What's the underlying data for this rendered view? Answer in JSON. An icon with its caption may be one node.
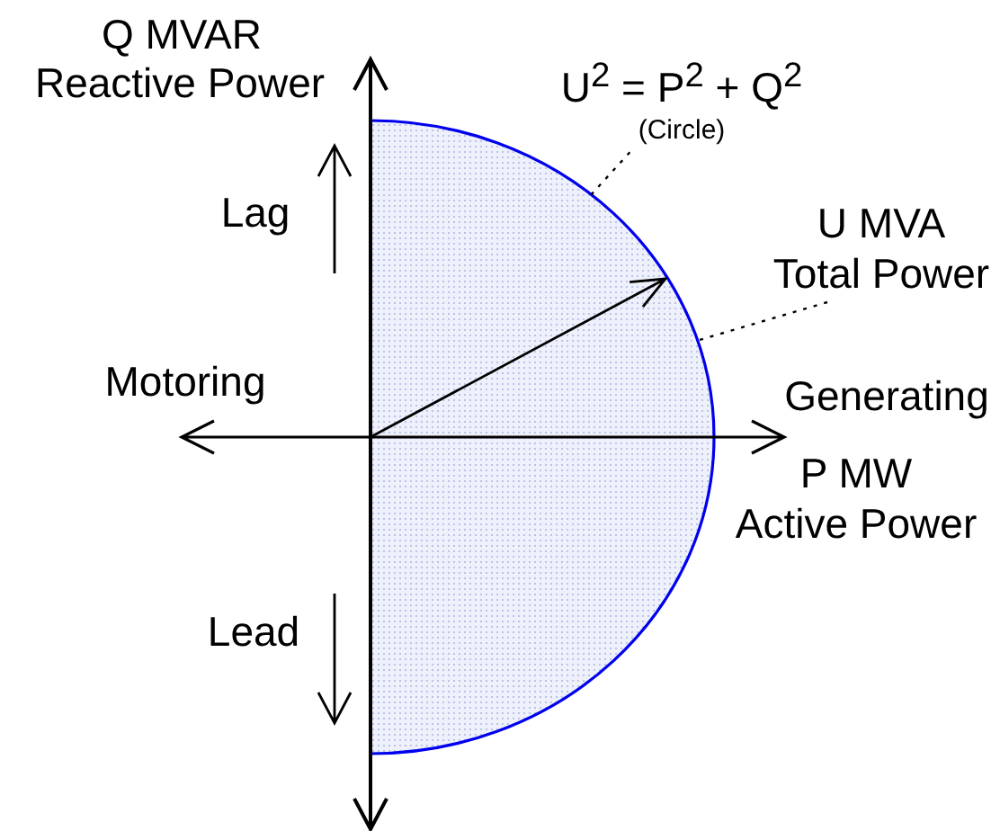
{
  "diagram": {
    "nodes": [
      {
        "text": [
          "U$^{2}$ = P$^{2}$ + Q$^{2}$",
          "(Circle)"
        ]
      },
      {
        "text": [],
        "shape": "circle"
      },
      {
        "text": [
          "U MVA",
          "Total Power"
        ]
      }
    ],
    "edges": [
      {
        "from": 0,
        "to": 1,
        "arrow": "none",
        "style": "dashed"
      },
      {
        "from": 2,
        "to": 1,
        "arrow": "none",
        "style": "dashed"
      }
    ],
    "labels": [
      "Q MVAR",
      "Reactive Power",
      "Lag",
      "Motoring",
      "Generating",
      "P MW",
      "Active Power",
      "Lead"
    ]
  }
}
